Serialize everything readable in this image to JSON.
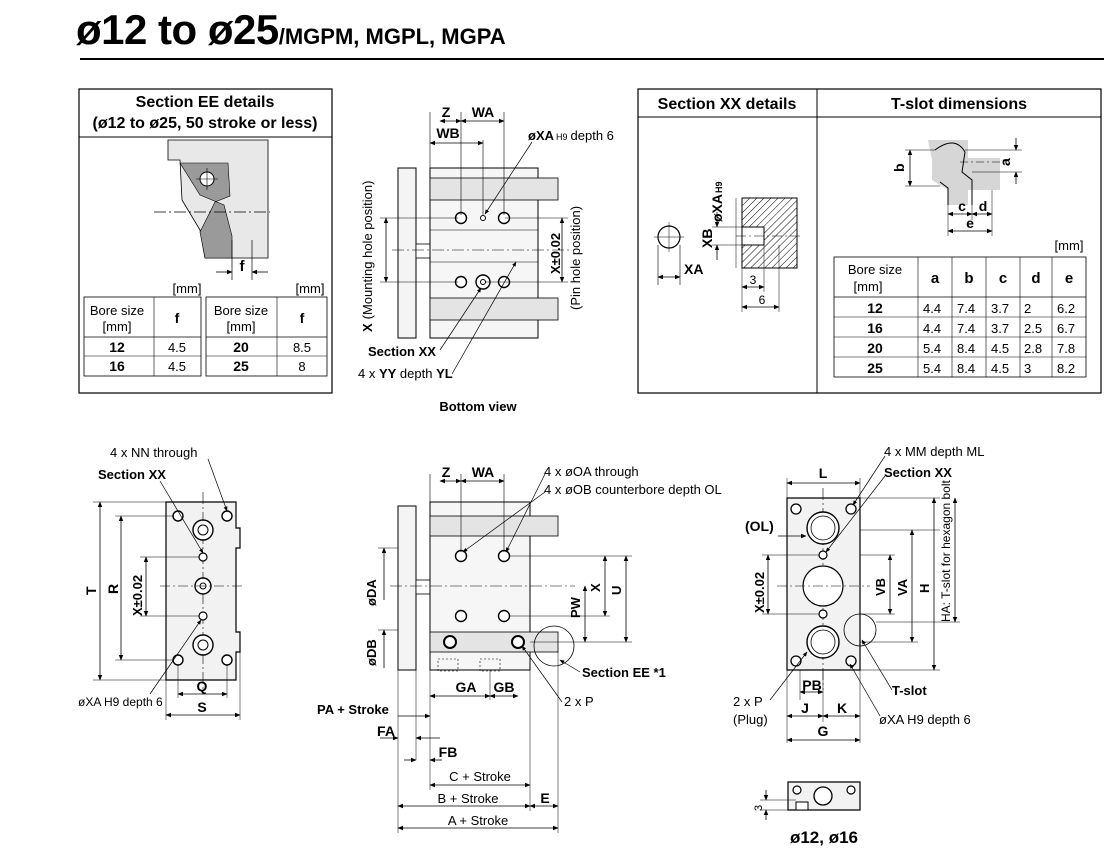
{
  "title": {
    "main": "ø12 to ø25",
    "sub": "/MGPM, MGPL, MGPA"
  },
  "section_ee": {
    "header_line1": "Section EE details",
    "header_line2": "(ø12 to ø25, 50 stroke or less)",
    "dim_label": "f",
    "unit": "[mm]",
    "col_bore": "Bore size",
    "col_bore_unit": "[mm]",
    "col_f": "f",
    "rows_left": [
      {
        "bore": "12",
        "f": "4.5"
      },
      {
        "bore": "16",
        "f": "4.5"
      }
    ],
    "rows_right": [
      {
        "bore": "20",
        "f": "8.5"
      },
      {
        "bore": "25",
        "f": "8"
      }
    ]
  },
  "bottom_view": {
    "caption": "Bottom view",
    "z": "Z",
    "wa": "WA",
    "wb": "WB",
    "xa_label": "øXA",
    "xa_tol": "H9",
    "xa_depth": "depth 6",
    "x_label": "X",
    "x_desc": "(Mounting hole position)",
    "x_tol": "X±0.02",
    "pin_desc": "(Pin hole position)",
    "section_xx": "Section XX",
    "yy_label": "4 x ",
    "yy_bold": "YY",
    "yy_depth": " depth ",
    "yl_bold": "YL"
  },
  "section_xx": {
    "header": "Section XX details",
    "xa": "øXA",
    "xa_tol": "H9",
    "xb": "XB",
    "xa_bottom": "XA",
    "dim_3": "3",
    "dim_6": "6"
  },
  "tslot": {
    "header": "T-slot dimensions",
    "unit": "[mm]",
    "labels": {
      "a": "a",
      "b": "b",
      "c": "c",
      "d": "d",
      "e": "e"
    },
    "col_bore": "Bore size",
    "col_bore_unit": "[mm]",
    "columns": [
      "a",
      "b",
      "c",
      "d",
      "e"
    ],
    "rows": [
      {
        "bore": "12",
        "a": "4.4",
        "b": "7.4",
        "c": "3.7",
        "d": "2",
        "e": "6.2"
      },
      {
        "bore": "16",
        "a": "4.4",
        "b": "7.4",
        "c": "3.7",
        "d": "2.5",
        "e": "6.7"
      },
      {
        "bore": "20",
        "a": "5.4",
        "b": "8.4",
        "c": "4.5",
        "d": "2.8",
        "e": "7.8"
      },
      {
        "bore": "25",
        "a": "5.4",
        "b": "8.4",
        "c": "4.5",
        "d": "3",
        "e": "8.2"
      }
    ]
  },
  "front_view": {
    "nn": "4 x NN through",
    "section_xx": "Section XX",
    "t": "T",
    "r": "R",
    "x_tol": "X±0.02",
    "xa_note": "øXA H9 depth 6",
    "q": "Q",
    "s": "S"
  },
  "side_view": {
    "z": "Z",
    "wa": "WA",
    "oa": "4 x øOA through",
    "ob": "4 x øOB counterbore depth OL",
    "da": "øDA",
    "db": "øDB",
    "pw": "PW",
    "x": "X",
    "u": "U",
    "section_ee": "Section EE *1",
    "ga": "GA",
    "gb": "GB",
    "p": "2 x P",
    "pa": "PA + Stroke",
    "fa": "FA",
    "fb": "FB",
    "c": "C + Stroke",
    "b": "B + Stroke",
    "e": "E",
    "a": "A + Stroke"
  },
  "end_view": {
    "l": "L",
    "mm": "4 x MM depth ML",
    "section_xx": "Section XX",
    "ol": "(OL)",
    "x_tol": "X±0.02",
    "vb": "VB",
    "va": "VA",
    "h": "H",
    "ha": "HA: T-slot for hexagon bolt",
    "pb": "PB",
    "tslot": "T-slot",
    "p": "2 x P",
    "plug": "(Plug)",
    "j": "J",
    "k": "K",
    "xa_note": "øXA H9 depth 6",
    "g": "G",
    "dim_3": "3",
    "bore_note": "ø12, ø16"
  }
}
